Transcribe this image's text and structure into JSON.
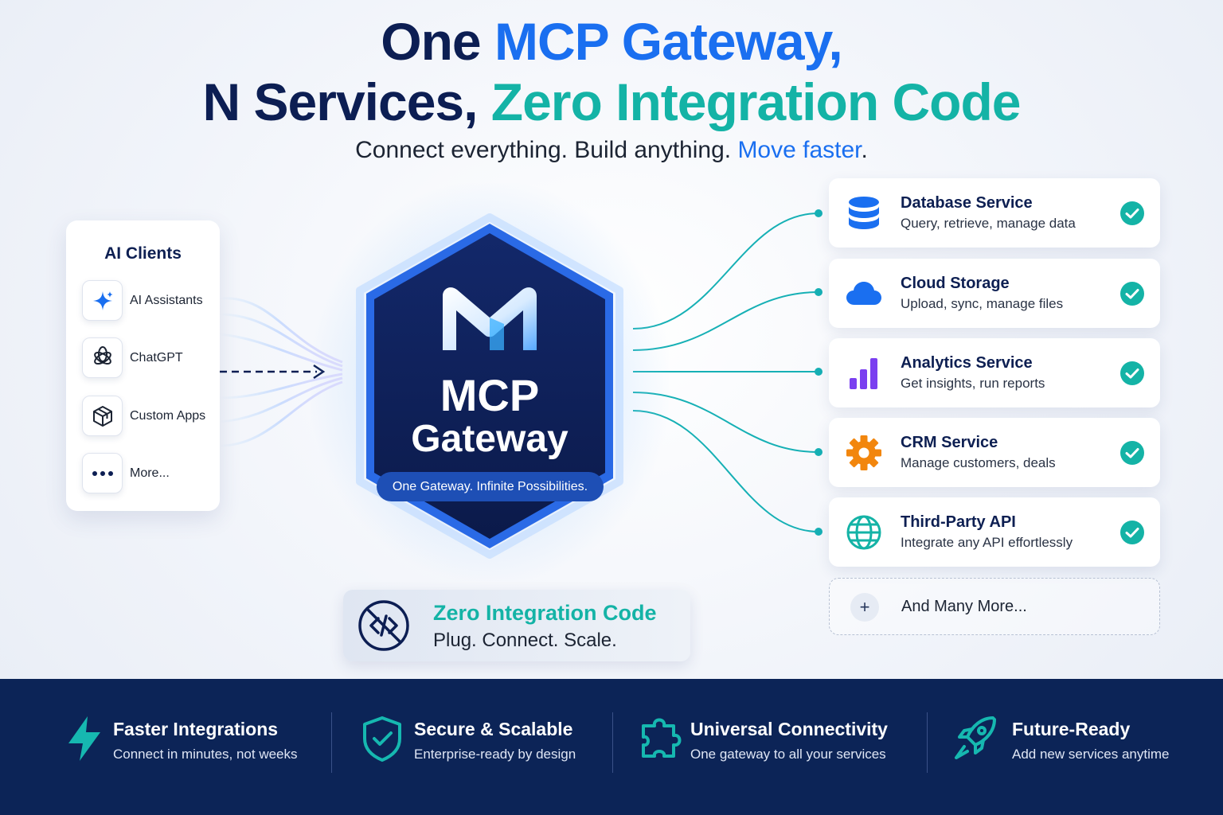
{
  "headline": {
    "line1_prefix": "One ",
    "line1_highlight": "MCP Gateway,",
    "line2_prefix": "N Services, ",
    "line2_highlight": "Zero Integration Code"
  },
  "subline": {
    "text": "Connect everything. Build anything. ",
    "highlight": "Move faster",
    "suffix": "."
  },
  "clients": {
    "title": "AI Clients",
    "items": [
      {
        "label": "AI Assistants",
        "icon": "sparkle-icon"
      },
      {
        "label": "ChatGPT",
        "icon": "openai-icon"
      },
      {
        "label": "Custom Apps",
        "icon": "cube-icon"
      },
      {
        "label": "More...",
        "icon": "ellipsis-icon"
      }
    ]
  },
  "gateway": {
    "title_line1": "MCP",
    "title_line2": "Gateway",
    "tagline": "One Gateway. Infinite Possibilities."
  },
  "zero": {
    "title": "Zero Integration Code",
    "subtitle": "Plug. Connect. Scale."
  },
  "services": [
    {
      "name": "Database Service",
      "desc": "Query, retrieve, manage data",
      "icon": "database-icon"
    },
    {
      "name": "Cloud Storage",
      "desc": "Upload, sync, manage files",
      "icon": "cloud-icon"
    },
    {
      "name": "Analytics Service",
      "desc": "Get insights, run reports",
      "icon": "bar-chart-icon"
    },
    {
      "name": "CRM Service",
      "desc": "Manage customers, deals",
      "icon": "gear-icon"
    },
    {
      "name": "Third-Party API",
      "desc": "Integrate any API effortlessly",
      "icon": "globe-icon"
    }
  ],
  "more_services": {
    "label": "And Many More...",
    "icon": "plus-icon"
  },
  "features": [
    {
      "title": "Faster Integrations",
      "sub": "Connect in minutes, not weeks",
      "icon": "lightning-icon"
    },
    {
      "title": "Secure & Scalable",
      "sub": "Enterprise-ready by design",
      "icon": "shield-check-icon"
    },
    {
      "title": "Universal Connectivity",
      "sub": "One gateway to all your services",
      "icon": "puzzle-icon"
    },
    {
      "title": "Future-Ready",
      "sub": "Add new services anytime",
      "icon": "rocket-icon"
    }
  ],
  "colors": {
    "navy": "#0c1e53",
    "blue": "#1a6ff0",
    "teal": "#14b3a6",
    "footer": "#0c2457"
  }
}
